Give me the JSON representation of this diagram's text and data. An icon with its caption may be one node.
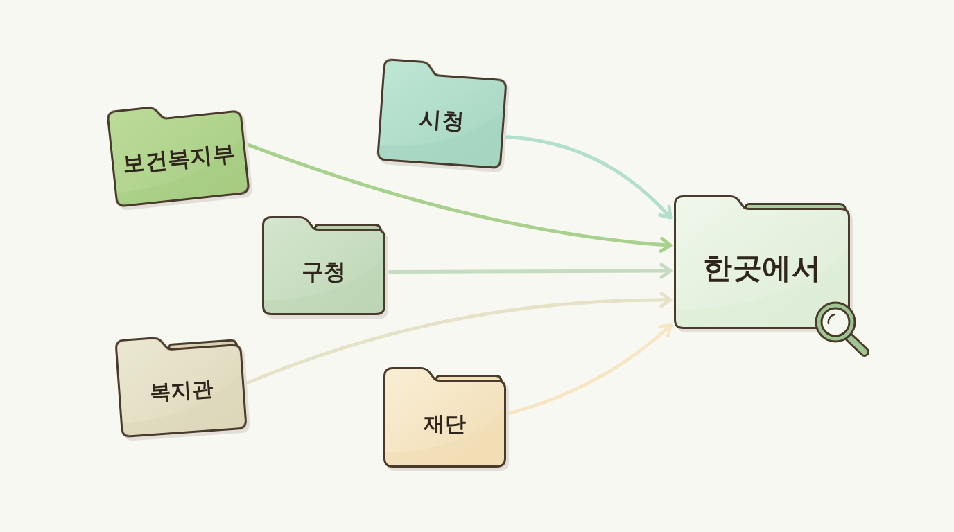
{
  "diagram": {
    "nodes": [
      {
        "text": [
          "보건복지부"
        ]
      },
      {
        "text": [
          "시청"
        ]
      },
      {
        "text": [
          "구청"
        ]
      },
      {
        "text": [
          "복지관"
        ]
      },
      {
        "text": [
          "재단"
        ]
      },
      {
        "text": [
          "한곳에서"
        ]
      }
    ],
    "edges": [
      {
        "from": 0,
        "to": 5,
        "arrow": "to",
        "color": "#a9d18e"
      },
      {
        "from": 1,
        "to": 5,
        "arrow": "to",
        "color": "#b3dfcf"
      },
      {
        "from": 2,
        "to": 5,
        "arrow": "to",
        "color": "#c5dcc0"
      },
      {
        "from": 3,
        "to": 5,
        "arrow": "to",
        "color": "#e5e2c7"
      },
      {
        "from": 4,
        "to": 5,
        "arrow": "to",
        "color": "#f6e6c3"
      }
    ]
  }
}
